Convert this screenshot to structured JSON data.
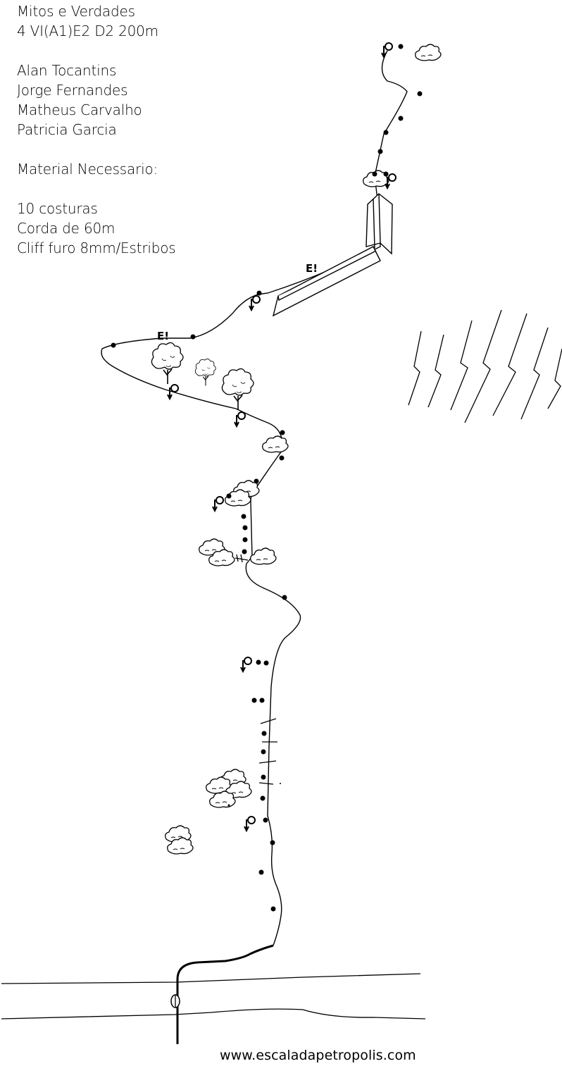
{
  "route": {
    "name": "Mitos e Verdades",
    "grade": "4 VI(A1)E2 D2 200m"
  },
  "authors": [
    "Alan Tocantins",
    "Jorge Fernandes",
    "Matheus Carvalho",
    "Patricia Garcia"
  ],
  "material": {
    "heading": "Material Necessario:",
    "items": [
      "10 costuras",
      "Corda de 60m",
      "Cliff furo 8mm/Estribos"
    ]
  },
  "labels": {
    "exposure_upper": "E!",
    "exposure_lower": "E!"
  },
  "website": "www.escaladapetropolis.com",
  "icons": [
    "bolt-icon",
    "belay-anchor-icon",
    "bush-icon",
    "tree-icon",
    "lightning-icon",
    "ramp-icon",
    "ladder-mark-icon"
  ]
}
